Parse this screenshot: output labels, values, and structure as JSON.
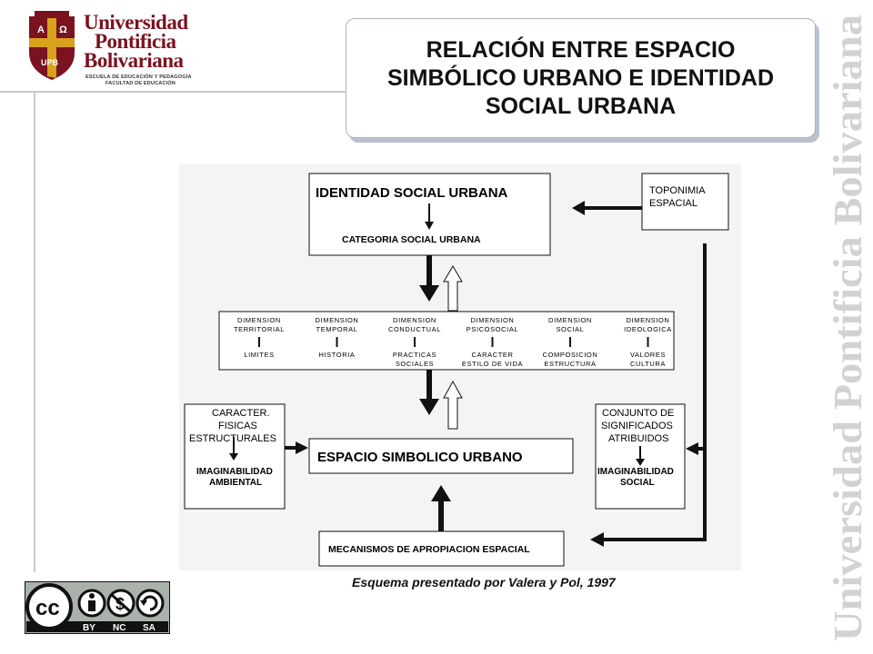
{
  "logo": {
    "line1": "Universidad",
    "line2": "Pontificia",
    "line3": "Bolivariana",
    "sub1": "ESCUELA DE EDUCACIÓN Y PEDAGOGÍA",
    "sub2": "FACULTAD DE EDUCACIÓN",
    "shield_text": [
      "A",
      "Ω",
      "UPB"
    ]
  },
  "title": "RELACIÓN ENTRE ESPACIO SIMBÓLICO URBANO E IDENTIDAD SOCIAL URBANA",
  "watermark": "Universidad Pontificia Bolivariana",
  "diagram": {
    "identity": {
      "title": "IDENTIDAD SOCIAL URBANA",
      "subtitle": "CATEGORIA SOCIAL URBANA"
    },
    "toponimia": [
      "TOPONIMIA",
      "ESPACIAL"
    ],
    "dimensions": [
      {
        "head": [
          "DIMENSION",
          "TERRITORIAL"
        ],
        "foot": [
          "LIMITES"
        ]
      },
      {
        "head": [
          "DIMENSION",
          "TEMPORAL"
        ],
        "foot": [
          "HISTORIA"
        ]
      },
      {
        "head": [
          "DIMENSION",
          "CONDUCTUAL"
        ],
        "foot": [
          "PRACTICAS",
          "SOCIALES"
        ]
      },
      {
        "head": [
          "DIMENSION",
          "PSICOSOCIAL"
        ],
        "foot": [
          "CARACTER",
          "ESTILO DE VIDA"
        ]
      },
      {
        "head": [
          "DIMENSION",
          "SOCIAL"
        ],
        "foot": [
          "COMPOSICION",
          "ESTRUCTURA"
        ]
      },
      {
        "head": [
          "DIMENSION",
          "IDEOLOGICA"
        ],
        "foot": [
          "VALORES",
          "CULTURA"
        ]
      }
    ],
    "left_box": {
      "lines": [
        "CARACTER.",
        "FISICAS",
        "ESTRUCTURALES"
      ],
      "bold": [
        "IMAGINABILIDAD",
        "AMBIENTAL"
      ]
    },
    "center": "ESPACIO SIMBOLICO URBANO",
    "right_box": {
      "lines": [
        "CONJUNTO DE",
        "SIGNIFICADOS",
        "ATRIBUIDOS"
      ],
      "bold": [
        "IMAGINABILIDAD",
        "SOCIAL"
      ]
    },
    "bottom": "MECANISMOS DE APROPIACION ESPACIAL"
  },
  "caption": "Esquema presentado por Valera y Pol, 1997",
  "license": {
    "labels": [
      "BY",
      "NC",
      "SA"
    ],
    "cc": "cc"
  },
  "colors": {
    "brand": "#7a1220",
    "gold": "#d8a21c",
    "shadow": "#b9c0cf"
  }
}
